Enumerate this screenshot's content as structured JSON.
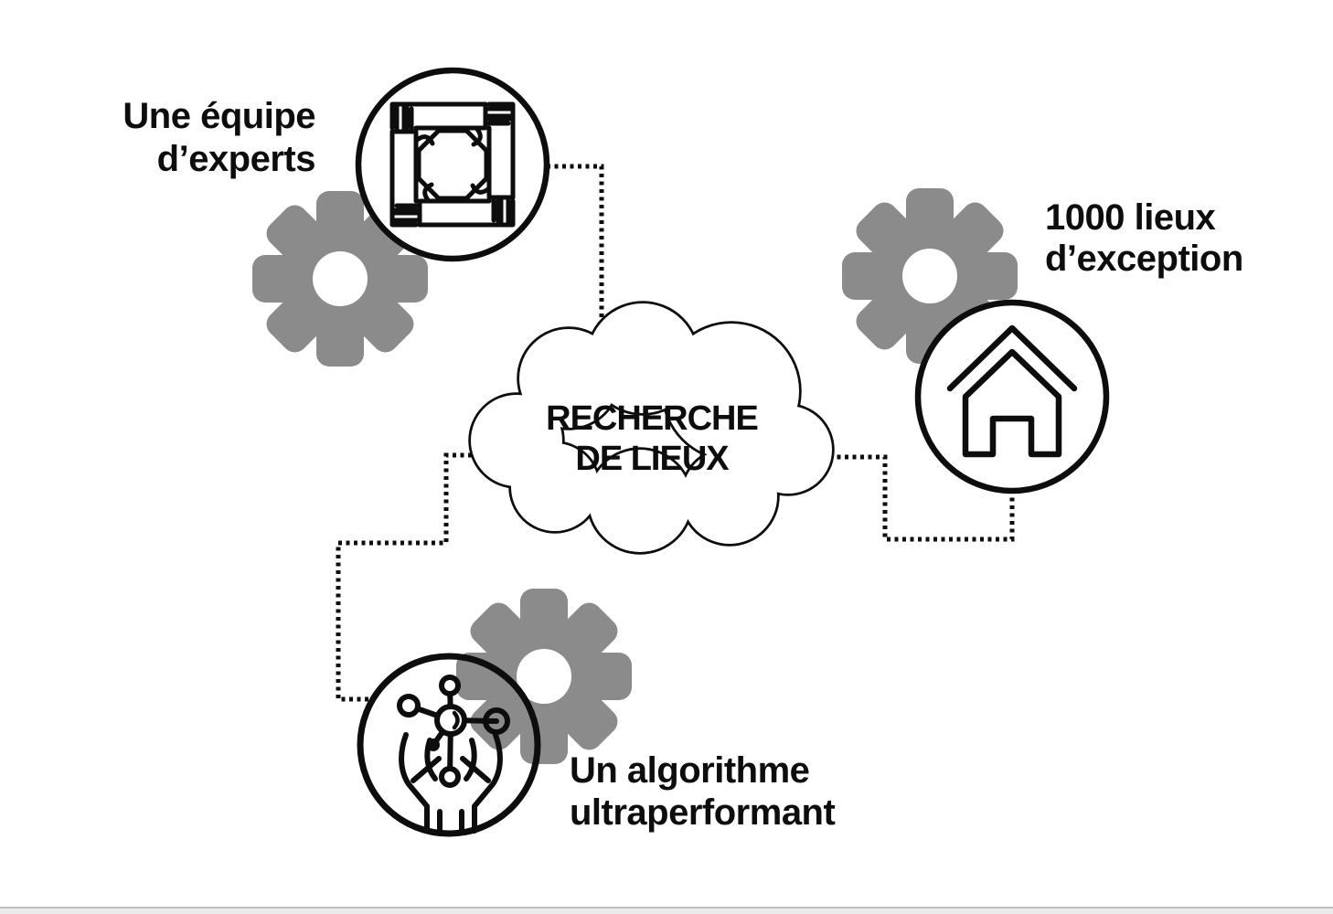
{
  "colors": {
    "ink": "#0d0d0d",
    "gear": "#8b8b8b",
    "background": "#ffffff",
    "bottom_bar": "#ececec"
  },
  "cloud": {
    "line1": "RECHERCHE",
    "line2": "DE LIEUX"
  },
  "labels": {
    "team": {
      "line1": "Une équipe",
      "line2": "d’experts"
    },
    "places": {
      "line1": "1000 lieux",
      "line2": "d’exception"
    },
    "algorithm": {
      "line1": "Un algorithme",
      "line2": "ultraperformant"
    }
  },
  "icons": {
    "team": "teamwork-hands-icon",
    "places": "house-icon",
    "algorithm": "hands-molecule-icon",
    "decor": [
      "gear-icon",
      "cloud-shape",
      "dotted-connector"
    ]
  }
}
